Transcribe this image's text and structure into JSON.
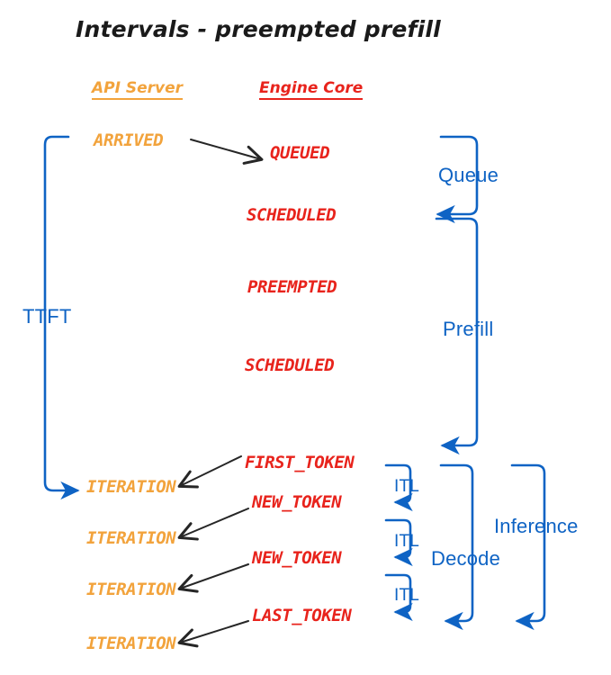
{
  "title": "Intervals - preempted prefill",
  "colors": {
    "api_server": "#f2a33c",
    "engine_core": "#e8231c",
    "blue": "#0e63c4",
    "arrow_black": "#262626",
    "background": "#ffffff"
  },
  "columns": [
    {
      "label": "API Server",
      "color": "#f2a33c"
    },
    {
      "label": "Engine Core",
      "color": "#e8231c"
    }
  ],
  "api_server_events": [
    {
      "label": "ARRIVED"
    },
    {
      "label": "ITERATION"
    },
    {
      "label": "ITERATION"
    },
    {
      "label": "ITERATION"
    },
    {
      "label": "ITERATION"
    }
  ],
  "engine_core_events": [
    {
      "label": "QUEUED"
    },
    {
      "label": "SCHEDULED"
    },
    {
      "label": "PREEMPTED"
    },
    {
      "label": "SCHEDULED"
    },
    {
      "label": "FIRST_TOKEN"
    },
    {
      "label": "NEW_TOKEN"
    },
    {
      "label": "NEW_TOKEN"
    },
    {
      "label": "LAST_TOKEN"
    }
  ],
  "intervals": {
    "ttft": "TTFT",
    "queue": "Queue",
    "prefill": "Prefill",
    "decode": "Decode",
    "inference": "Inference",
    "itl": [
      "ITL",
      "ITL",
      "ITL"
    ]
  }
}
